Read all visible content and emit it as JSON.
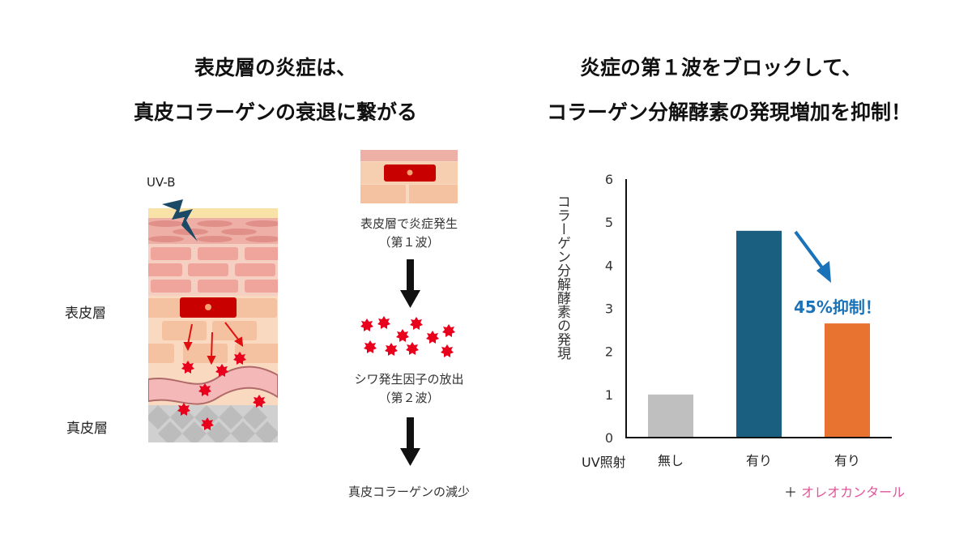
{
  "titles": {
    "left_line1": "表皮層の炎症は、",
    "left_line2": "真皮コラーゲンの衰退に繋がる",
    "right_line1": "炎症の第１波をブロックして、",
    "right_line2": "コラーゲン分解酵素の発現増加を抑制！"
  },
  "illustration": {
    "uv_label": "UV-B",
    "epidermis_label": "表皮層",
    "dermis_label": "真皮層"
  },
  "flow": {
    "step1_line1": "表皮層で炎症発生",
    "step1_line2": "（第１波）",
    "step2_line1": "シワ発生因子の放出",
    "step2_line2": "（第２波）",
    "step3": "真皮コラーゲンの減少"
  },
  "chart_data": {
    "type": "bar",
    "ylabel": "コラーゲン分解酵素の発現",
    "xlabel": "UV照射",
    "categories": [
      "無し",
      "有り",
      "有り"
    ],
    "values": [
      1.0,
      4.8,
      2.65
    ],
    "colors": [
      "#bfbfbf",
      "#1a5e80",
      "#e87230"
    ],
    "ylim": [
      0,
      6
    ],
    "yticks": [
      "0",
      "1",
      "2",
      "3",
      "4",
      "5",
      "6"
    ],
    "grid": false,
    "annotation": "45%抑制！",
    "annotation_color": "#1a72b8",
    "additive_prefix": "＋",
    "additive_label": "オレオカンタール",
    "additive_color": "#e0559a"
  }
}
